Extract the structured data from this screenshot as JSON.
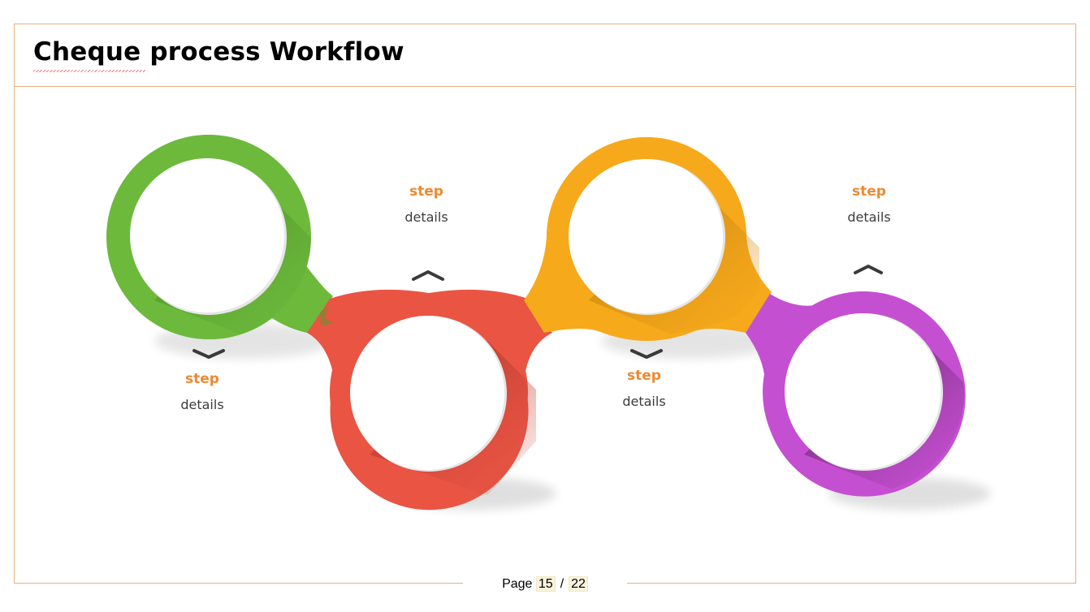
{
  "slide": {
    "title": "Cheque process Workflow",
    "frame_color": "#eab07a"
  },
  "workflow": {
    "steps": [
      {
        "label": "step",
        "details": "details",
        "color": "#6cb93c",
        "shadow": "#4a8a24",
        "position": "top",
        "arrow": "down"
      },
      {
        "label": "step",
        "details": "details",
        "color": "#e95443",
        "shadow": "#b8372a",
        "position": "bottom",
        "arrow": "up"
      },
      {
        "label": "step",
        "details": "details",
        "color": "#f6a91b",
        "shadow": "#c88414",
        "position": "top",
        "arrow": "down"
      },
      {
        "label": "step",
        "details": "details",
        "color": "#c54fd1",
        "shadow": "#5a2460",
        "position": "bottom",
        "arrow": "up"
      }
    ],
    "label_color": "#ec8a32",
    "details_color": "#3c3c3c"
  },
  "footer": {
    "page_label": "Page",
    "current_page": "15",
    "separator": "/",
    "total_pages": "22"
  }
}
